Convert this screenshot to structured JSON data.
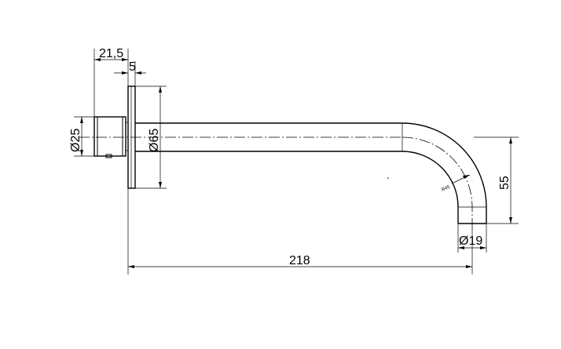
{
  "dimensions": {
    "mount_depth": "21,5",
    "plate_thickness": "5",
    "body_diameter": "Ø25",
    "plate_diameter": "Ø65",
    "spout_length": "218",
    "drop_height": "55",
    "outlet_diameter": "Ø19",
    "bend_radius": "R45"
  }
}
